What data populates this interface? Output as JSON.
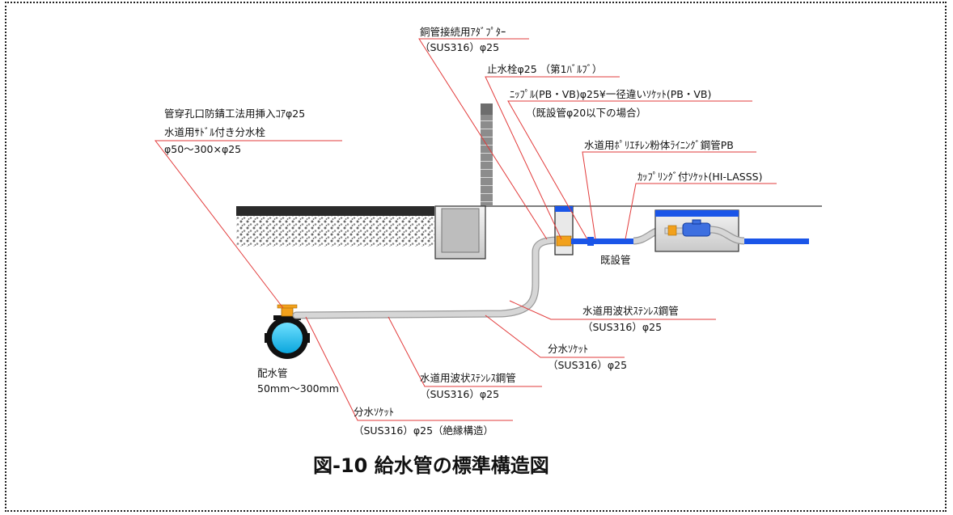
{
  "caption": "図-10 給水管の標準構造図",
  "labels": {
    "adapter_l1": "銅管接続用ｱﾀﾞﾌﾟﾀｰ",
    "adapter_l2": "（SUS316）φ25",
    "stopvalve": "止水栓φ25 （第1ﾊﾞﾙﾌﾞ）",
    "nipple_l1": "ﾆｯﾌﾟﾙ(PB・VB)φ25¥一径違いｿｹｯﾄ(PB・VB)",
    "nipple_l2": "（既設管φ20以下の場合）",
    "polyethylene": "水道用ﾎﾟﾘｴﾁﾚﾝ粉体ﾗｲﾆﾝｸﾞ鋼管PB",
    "coupling": "ｶｯﾌﾟﾘﾝｸﾞ付ｿｹｯﾄ(HI-LASSS)",
    "core_l1": "管穿孔口防錆工法用挿入ｺｱφ25",
    "core_l2": "水道用ｻﾄﾞﾙ付き分水栓",
    "core_l3": "φ50～300×φ25",
    "existing_pipe": "既設管",
    "stainless_upper_l1": "水道用波状ｽﾃﾝﾚｽ鋼管",
    "stainless_upper_l2": "（SUS316）φ25",
    "socket_upper_l1": "分水ｿｹｯﾄ",
    "socket_upper_l2": "（SUS316）φ25",
    "stainless_lower_l1": "水道用波状ｽﾃﾝﾚｽ鋼管",
    "stainless_lower_l2": "（SUS316）φ25",
    "socket_lower_l1": "分水ｿｹｯﾄ",
    "socket_lower_l2": "（SUS316）φ25（絶縁構造）",
    "main_pipe_l1": "配水管",
    "main_pipe_l2": "50mm～300mm"
  },
  "colors": {
    "leader": "#e23b3b",
    "pipe_blue": "#1a55e8",
    "main_pipe": "#19c2f2",
    "stainless": "#c8c8c8",
    "valve": "#f2a11c",
    "road": "#2a2a2a"
  }
}
